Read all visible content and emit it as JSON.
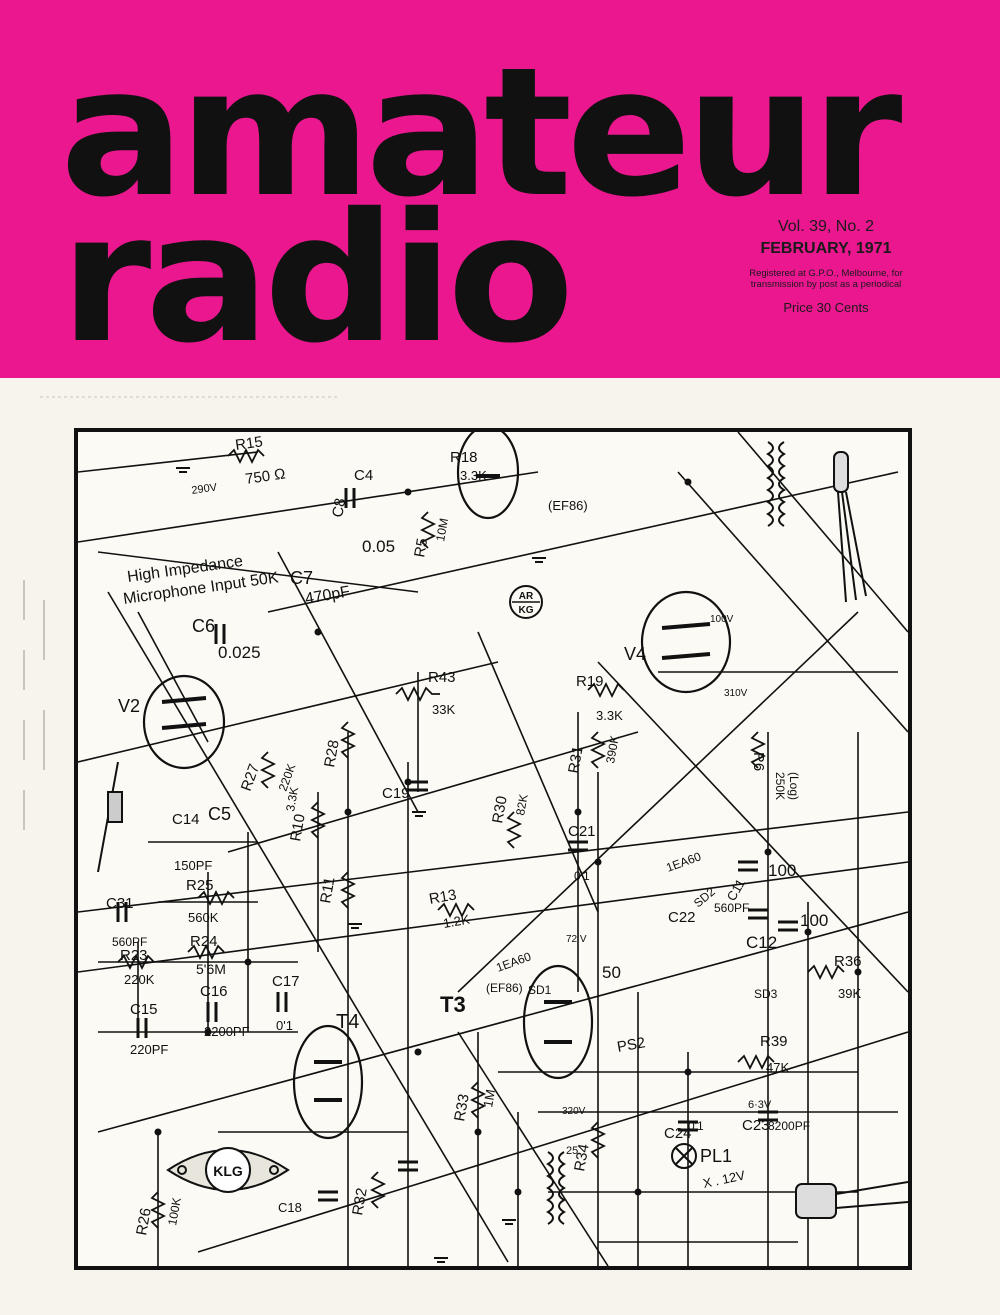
{
  "masthead": {
    "title_line1": "amateur",
    "title_line2": "radio",
    "volume": "Vol. 39, No. 2",
    "date": "FEBRUARY, 1971",
    "registration_line1": "Registered at G.P.O., Melbourne, for",
    "registration_line2": "transmission by post as a periodical",
    "price": "Price 30 Cents",
    "background_color": "#ea178f"
  },
  "schematic": {
    "logo_top": "AR",
    "logo_bottom": "KG",
    "note_line1": "High Impedance",
    "note_line2": "Microphone Input 50K",
    "labels": {
      "v2": "V2",
      "v4": "V4",
      "t3": "T3",
      "t4": "T4",
      "pl1": "PL1",
      "ps2": "PS2",
      "r15": "R15",
      "r15_val": "750 Ω",
      "v290": "290V",
      "c4": "C4",
      "c8": "C8",
      "c8_val": "0.05",
      "c7": "C7",
      "c7_val": "470pF",
      "c6": "C6",
      "c6_val": "0.025",
      "r5": "R5",
      "r5_val": "10M",
      "r18": "R18",
      "r18_val": "3.3K",
      "ef86_top": "(EF86)",
      "r43": "R43",
      "r43_val": "33K",
      "r19": "R19",
      "r19_val": "3.3K",
      "r31": "R31",
      "r31_val": "390K",
      "r30": "R30",
      "r30_val": "82K",
      "c19": "C19",
      "c21": "C21",
      "c21_val": "0'1",
      "r28": "R28",
      "r27": "R27",
      "r27_val": "220K",
      "r10": "R10",
      "r10_val": "3.3K",
      "c14": "C14",
      "c14_val": "150PF",
      "c5": "C5",
      "r11": "R11",
      "c31": "C31",
      "c31_val": "560PF",
      "r25": "R25",
      "r25_val": "560K",
      "r13": "R13",
      "r13_val": "1.2K",
      "r23": "R23",
      "r23_val": "220K",
      "r24": "R24",
      "r24_val": "5'6M",
      "c17": "C17",
      "c17_val": "0'1",
      "c15": "C15",
      "c15_val": "220PF",
      "c16": "C16",
      "c16_val": "2200PF",
      "r33": "R33",
      "r33_val": "1M",
      "r26": "R26",
      "r26_val": "100K",
      "r32": "R32",
      "c18": "C18",
      "klg": "KLG",
      "c22": "C22",
      "c22_val": "560PF",
      "c11": "C11",
      "c11_val": "100",
      "c12": "C12",
      "c12_val": "100",
      "r36": "R36",
      "r36_val": "39K",
      "r39": "R39",
      "r39_val": "47K",
      "c23": "C23",
      "c23_val": "8200PF",
      "c24": "C24",
      "c24_val": "0'1",
      "r34": "R34",
      "ea60": "1EA60",
      "sd2": "SD2",
      "sd1": "SD1",
      "sd3": "SD3",
      "ef86_mid": "(EF86)",
      "c10_val": "50",
      "r6": "R6",
      "r6_val": "250K",
      "r6_log": "(Log)",
      "v100": "100V",
      "v310": "310V",
      "v320": "320V",
      "v72": "72 V",
      "x12": "X . 12V",
      "v63": "6·3V",
      "c20_val": "25"
    }
  }
}
